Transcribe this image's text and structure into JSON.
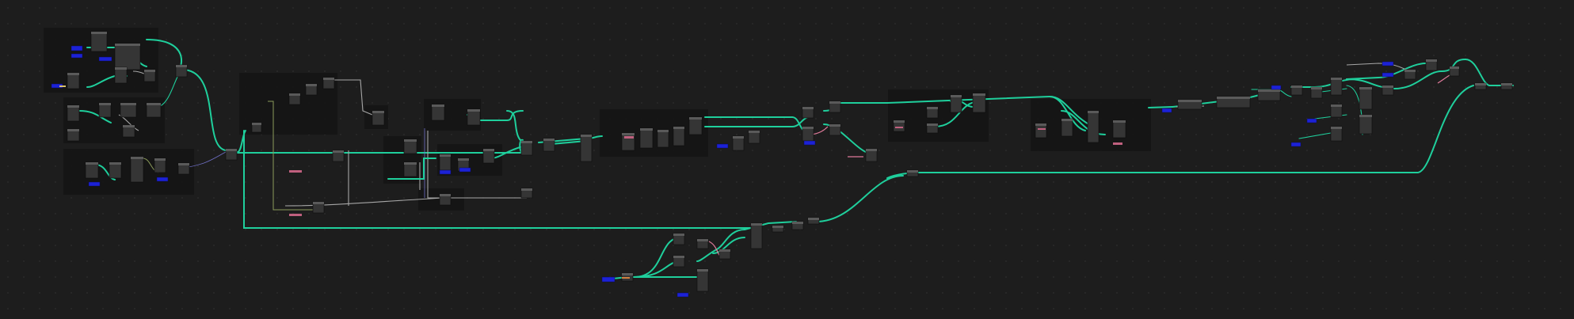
{
  "app": {
    "editor": "node-graph"
  },
  "colors": {
    "background": "#1d1d1d",
    "frame": "#151515",
    "node": "#353535",
    "node_header": "#5a5a5a",
    "wire_main": "#1fcf9c",
    "wire_gray": "#a6a6a6",
    "input_node_blue": "#1c22d6",
    "wire_pink": "#e07a9a"
  },
  "frames": [
    {
      "id": "f1",
      "title": ""
    },
    {
      "id": "f2",
      "title": ""
    },
    {
      "id": "f3",
      "title": ""
    },
    {
      "id": "f4",
      "title": ""
    },
    {
      "id": "f5",
      "title": ""
    },
    {
      "id": "f6",
      "title": ""
    },
    {
      "id": "f7",
      "title": ""
    },
    {
      "id": "f8",
      "title": ""
    },
    {
      "id": "f9",
      "title": ""
    },
    {
      "id": "f10",
      "title": ""
    },
    {
      "id": "f11",
      "title": ""
    },
    {
      "id": "f12",
      "title": ""
    }
  ]
}
